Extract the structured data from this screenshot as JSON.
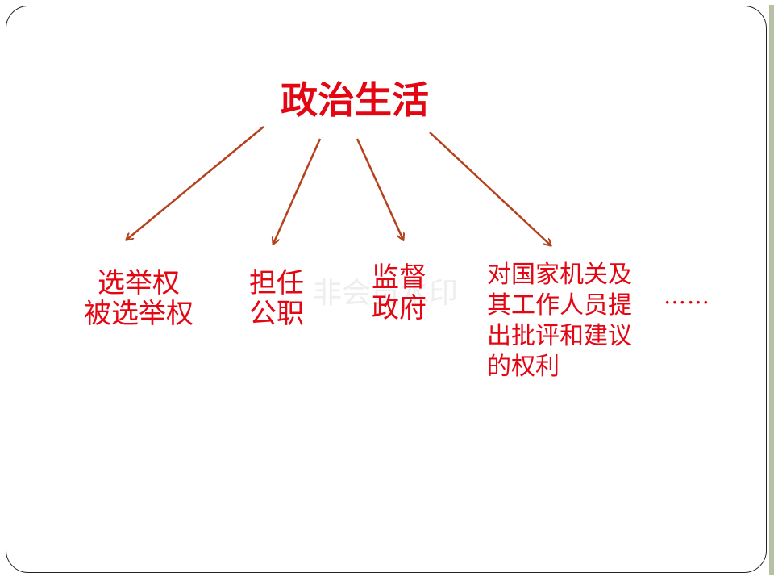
{
  "diagram": {
    "center": "政治生活",
    "branches": [
      {
        "id": "vote",
        "lines": [
          "选举权",
          "被选举权"
        ]
      },
      {
        "id": "office",
        "lines": [
          "担任",
          "公职"
        ]
      },
      {
        "id": "supervise",
        "lines": [
          "监督",
          "政府"
        ]
      },
      {
        "id": "criticize",
        "lines": [
          "对国家机关及",
          "其工作人员提",
          "出批评和建议",
          "的权利"
        ]
      }
    ],
    "more": "……",
    "watermark": "非会员水印"
  },
  "colors": {
    "text": "#e30613",
    "arrow": "#b5401c",
    "border": "#222222",
    "edge": "#b7bfa5"
  }
}
